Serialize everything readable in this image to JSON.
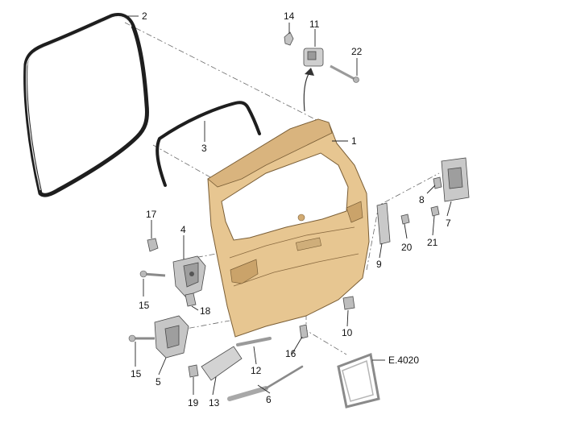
{
  "callouts": {
    "c1": "1",
    "c2": "2",
    "c3": "3",
    "c4": "4",
    "c5": "5",
    "c6": "6",
    "c7": "7",
    "c8": "8",
    "c9": "9",
    "c10": "10",
    "c11": "11",
    "c12": "12",
    "c13": "13",
    "c14": "14",
    "c15a": "15",
    "c15b": "15",
    "c16": "16",
    "c17": "17",
    "c18": "18",
    "c19": "19",
    "c20": "20",
    "c21": "21",
    "c22": "22",
    "ref": "E.4020"
  },
  "colors": {
    "liftgate": "#e7c691",
    "liftgate_shade": "#d2ab73",
    "metal": "#c9c9c9",
    "metal_dark": "#8f8f8f",
    "seal": "#1e1e1e"
  }
}
